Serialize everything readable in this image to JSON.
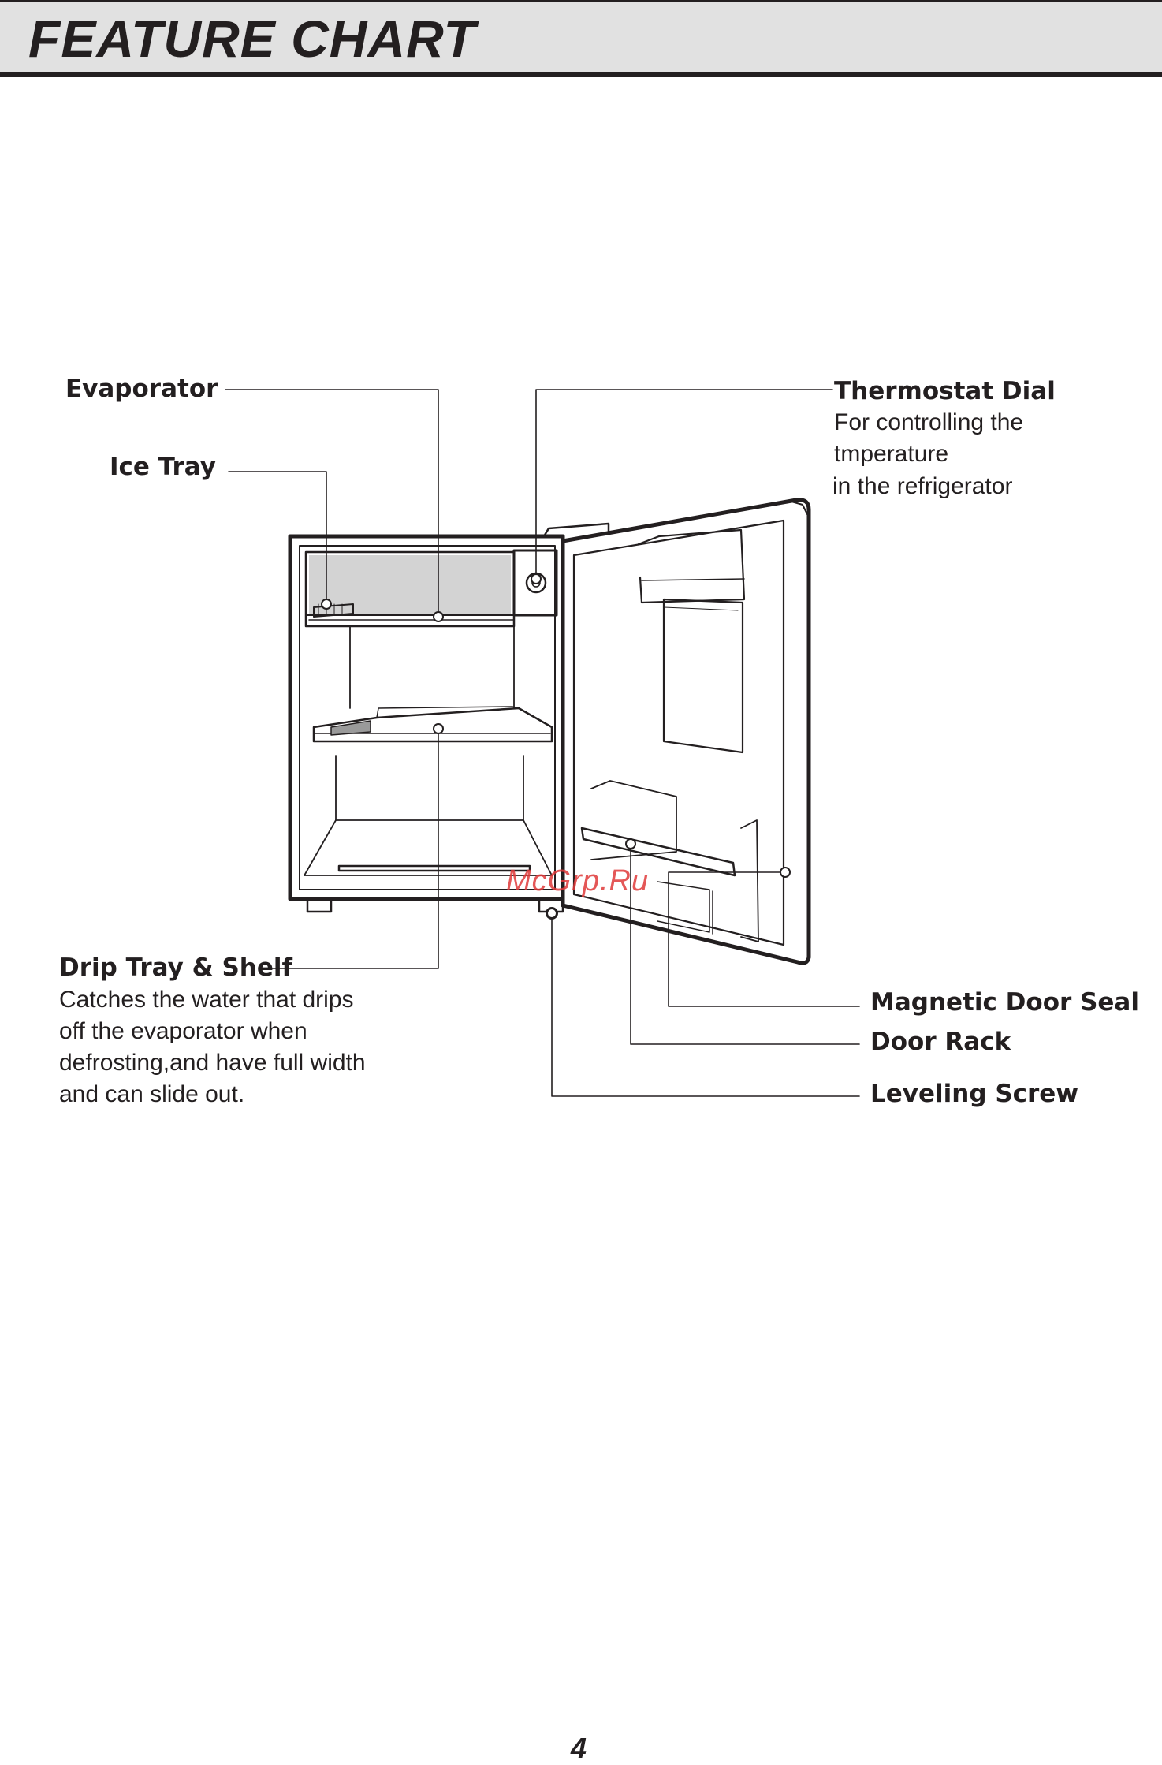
{
  "header": {
    "title": "FEATURE CHART"
  },
  "labels": {
    "evaporator": "Evaporator",
    "ice_tray": "Ice Tray",
    "thermostat_dial": "Thermostat Dial",
    "thermostat_desc": [
      "For controlling the",
      "tmperature",
      "in the refrigerator"
    ],
    "drip_tray_shelf": "Drip Tray & Shelf",
    "drip_tray_desc": [
      "Catches the water that drips",
      "off the evaporator when",
      "defrosting,and have full width",
      "and can slide out."
    ],
    "magnetic_door_seal": "Magnetic Door Seal",
    "door_rack": "Door Rack",
    "leveling_screw": "Leveling Screw"
  },
  "watermark": "McGrp.Ru",
  "footer": {
    "page_number": "4"
  },
  "colors": {
    "ink": "#231f20",
    "header_band": "#e1e1e1",
    "evaporator_fill": "#d3d3d3",
    "watermark": "#e03a3a"
  }
}
